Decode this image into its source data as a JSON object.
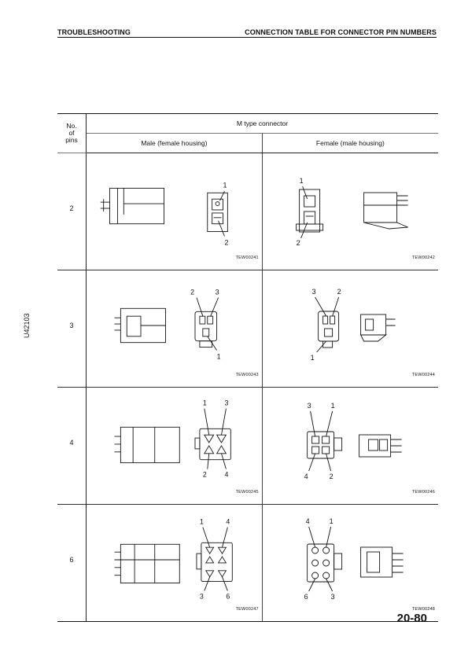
{
  "header": {
    "left": "TROUBLESHOOTING",
    "right": "CONNECTION TABLE FOR CONNECTOR PIN NUMBERS"
  },
  "side_code": "U42103",
  "page_number": "20-80",
  "table": {
    "pins_header": [
      "No.",
      "of",
      "pins"
    ],
    "type_header": "M type connector",
    "male_header": "Male (female housing)",
    "female_header": "Female (male housing)",
    "rows": [
      {
        "pins": "2",
        "male": {
          "code": "TEW00241",
          "top_labels": [
            "1"
          ],
          "bottom_labels": [
            "2"
          ]
        },
        "female": {
          "code": "TEW00242",
          "top_labels": [
            "1"
          ],
          "bottom_labels": [
            "2"
          ]
        }
      },
      {
        "pins": "3",
        "male": {
          "code": "TEW00243",
          "top_labels": [
            "2",
            "3"
          ],
          "bottom_labels": [
            "1"
          ]
        },
        "female": {
          "code": "TEW00244",
          "top_labels": [
            "3",
            "2"
          ],
          "bottom_labels": [
            "1"
          ]
        }
      },
      {
        "pins": "4",
        "male": {
          "code": "TEW00245",
          "top_labels": [
            "1",
            "3"
          ],
          "bottom_labels": [
            "2",
            "4"
          ]
        },
        "female": {
          "code": "TEW00246",
          "top_labels": [
            "3",
            "1"
          ],
          "bottom_labels": [
            "4",
            "2"
          ]
        }
      },
      {
        "pins": "6",
        "male": {
          "code": "TEW00247",
          "top_labels": [
            "1",
            "4"
          ],
          "bottom_labels": [
            "3",
            "6"
          ]
        },
        "female": {
          "code": "TEW00248",
          "top_labels": [
            "4",
            "1"
          ],
          "bottom_labels": [
            "6",
            "3"
          ]
        }
      }
    ]
  }
}
